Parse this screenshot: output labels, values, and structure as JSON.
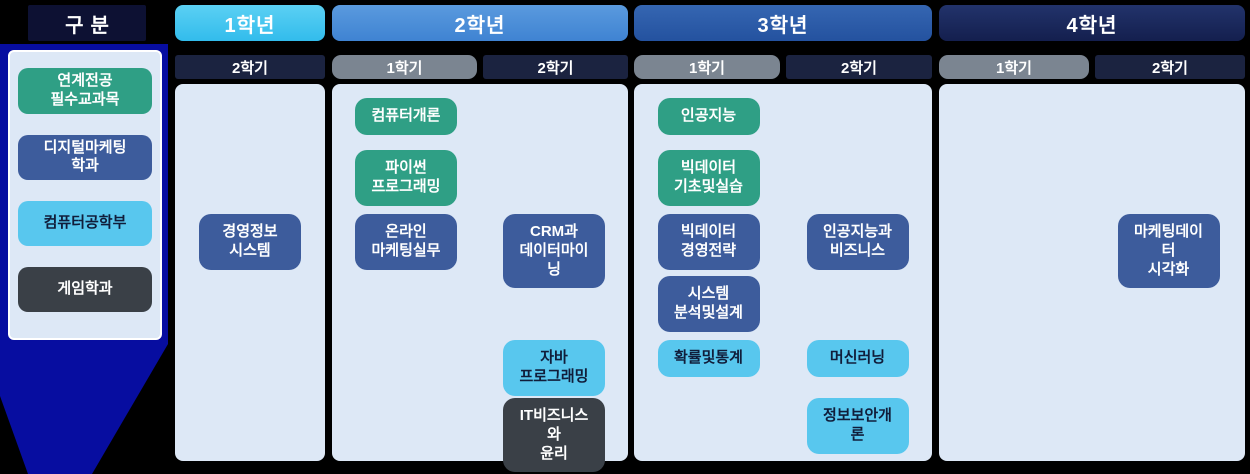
{
  "classification": {
    "title": "구분"
  },
  "palette": {
    "linked_major_required": "#2f9f85",
    "digital_marketing_dept": "#3d5c9c",
    "computer_engineering": "#58c7ee",
    "game_dept": "#3a4047",
    "panel_background": "#dde8f6",
    "semester_first_bar": "#7b8591",
    "semester_second_bar": "#1b2340",
    "year1_header": "#3fc3ef",
    "year2_header": "#4a8fd9",
    "year3_header": "#2b5ba9",
    "year4_header": "#1a2a5e",
    "decorative_shape": "#070da0"
  },
  "legend": {
    "items": [
      {
        "label": "연계전공\n필수교과목",
        "dept": "linked-major-required"
      },
      {
        "label": "디지털마케팅\n학과",
        "dept": "digital-marketing-dept"
      },
      {
        "label": "컴퓨터공학부",
        "dept": "computer-engineering"
      },
      {
        "label": "게임학과",
        "dept": "game-dept"
      }
    ]
  },
  "years": [
    {
      "title": "1학년",
      "semesters": [
        {
          "label": "2학기"
        }
      ],
      "courses": [
        {
          "label": "경영정보\n시스템",
          "dept": "digital-marketing-dept",
          "semester": "2학기"
        }
      ]
    },
    {
      "title": "2학년",
      "semesters": [
        {
          "label": "1학기"
        },
        {
          "label": "2학기"
        }
      ],
      "courses": [
        {
          "label": "컴퓨터개론",
          "dept": "linked-major-required",
          "semester": "1학기"
        },
        {
          "label": "파이썬\n프로그래밍",
          "dept": "linked-major-required",
          "semester": "1학기"
        },
        {
          "label": "온라인\n마케팅실무",
          "dept": "digital-marketing-dept",
          "semester": "1학기"
        },
        {
          "label": "CRM과\n데이터마이닝",
          "dept": "digital-marketing-dept",
          "semester": "2학기"
        },
        {
          "label": "자바\n프로그래밍",
          "dept": "computer-engineering",
          "semester": "2학기"
        },
        {
          "label": "IT비즈니스와\n윤리",
          "dept": "game-dept",
          "semester": "2학기"
        }
      ]
    },
    {
      "title": "3학년",
      "semesters": [
        {
          "label": "1학기"
        },
        {
          "label": "2학기"
        }
      ],
      "courses": [
        {
          "label": "인공지능",
          "dept": "linked-major-required",
          "semester": "1학기"
        },
        {
          "label": "빅데이터\n기초및실습",
          "dept": "linked-major-required",
          "semester": "1학기"
        },
        {
          "label": "빅데이터\n경영전략",
          "dept": "digital-marketing-dept",
          "semester": "1학기"
        },
        {
          "label": "시스템\n분석및설계",
          "dept": "digital-marketing-dept",
          "semester": "1학기"
        },
        {
          "label": "확률및통계",
          "dept": "computer-engineering",
          "semester": "1학기"
        },
        {
          "label": "인공지능과\n비즈니스",
          "dept": "digital-marketing-dept",
          "semester": "2학기"
        },
        {
          "label": "머신러닝",
          "dept": "computer-engineering",
          "semester": "2학기"
        },
        {
          "label": "정보보안개론",
          "dept": "computer-engineering",
          "semester": "2학기"
        }
      ]
    },
    {
      "title": "4학년",
      "semesters": [
        {
          "label": "1학기"
        },
        {
          "label": "2학기"
        }
      ],
      "courses": [
        {
          "label": "마케팅데이터\n시각화",
          "dept": "digital-marketing-dept",
          "semester": "2학기"
        }
      ]
    }
  ]
}
